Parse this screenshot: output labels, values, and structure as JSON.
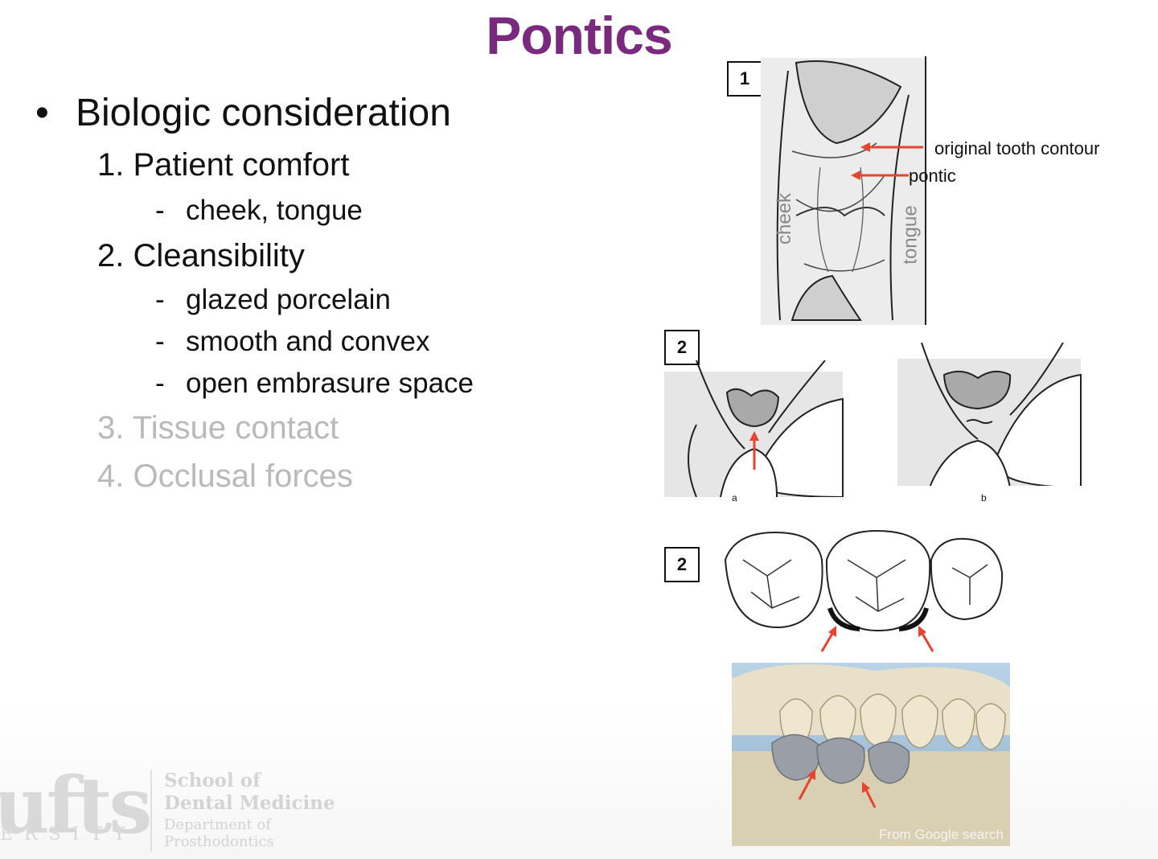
{
  "slide": {
    "title": "Pontics",
    "bullet": "Biologic consideration",
    "items": [
      {
        "label": "1. Patient comfort",
        "subs": [
          "cheek, tongue"
        ]
      },
      {
        "label": "2. Cleansibility",
        "subs": [
          "glazed porcelain",
          "smooth and convex",
          "open embrasure space"
        ]
      },
      {
        "label": "3. Tissue contact"
      },
      {
        "label": "4. Occlusal forces"
      }
    ],
    "bullet_glyph": "•",
    "dash": "-"
  },
  "figures": {
    "fig1": {
      "number": "1",
      "annotations": [
        "original tooth contour",
        "pontic"
      ],
      "side_labels": [
        "cheek",
        "tongue"
      ]
    },
    "fig2": {
      "number": "2",
      "panel_labels": [
        "a",
        "b"
      ]
    },
    "fig3": {
      "number": "2"
    },
    "photo": {
      "credit": "From Google search"
    }
  },
  "logo": {
    "wordmark": "ufts",
    "university": "ERSITY",
    "school_line1": "School of",
    "school_line2": "Dental Medicine",
    "dept_line1": "Department of",
    "dept_line2": "Prosthodontics"
  },
  "colors": {
    "title": "#7a2a7e",
    "arrow": "#e8432e",
    "faded": "#b9b9b9"
  }
}
